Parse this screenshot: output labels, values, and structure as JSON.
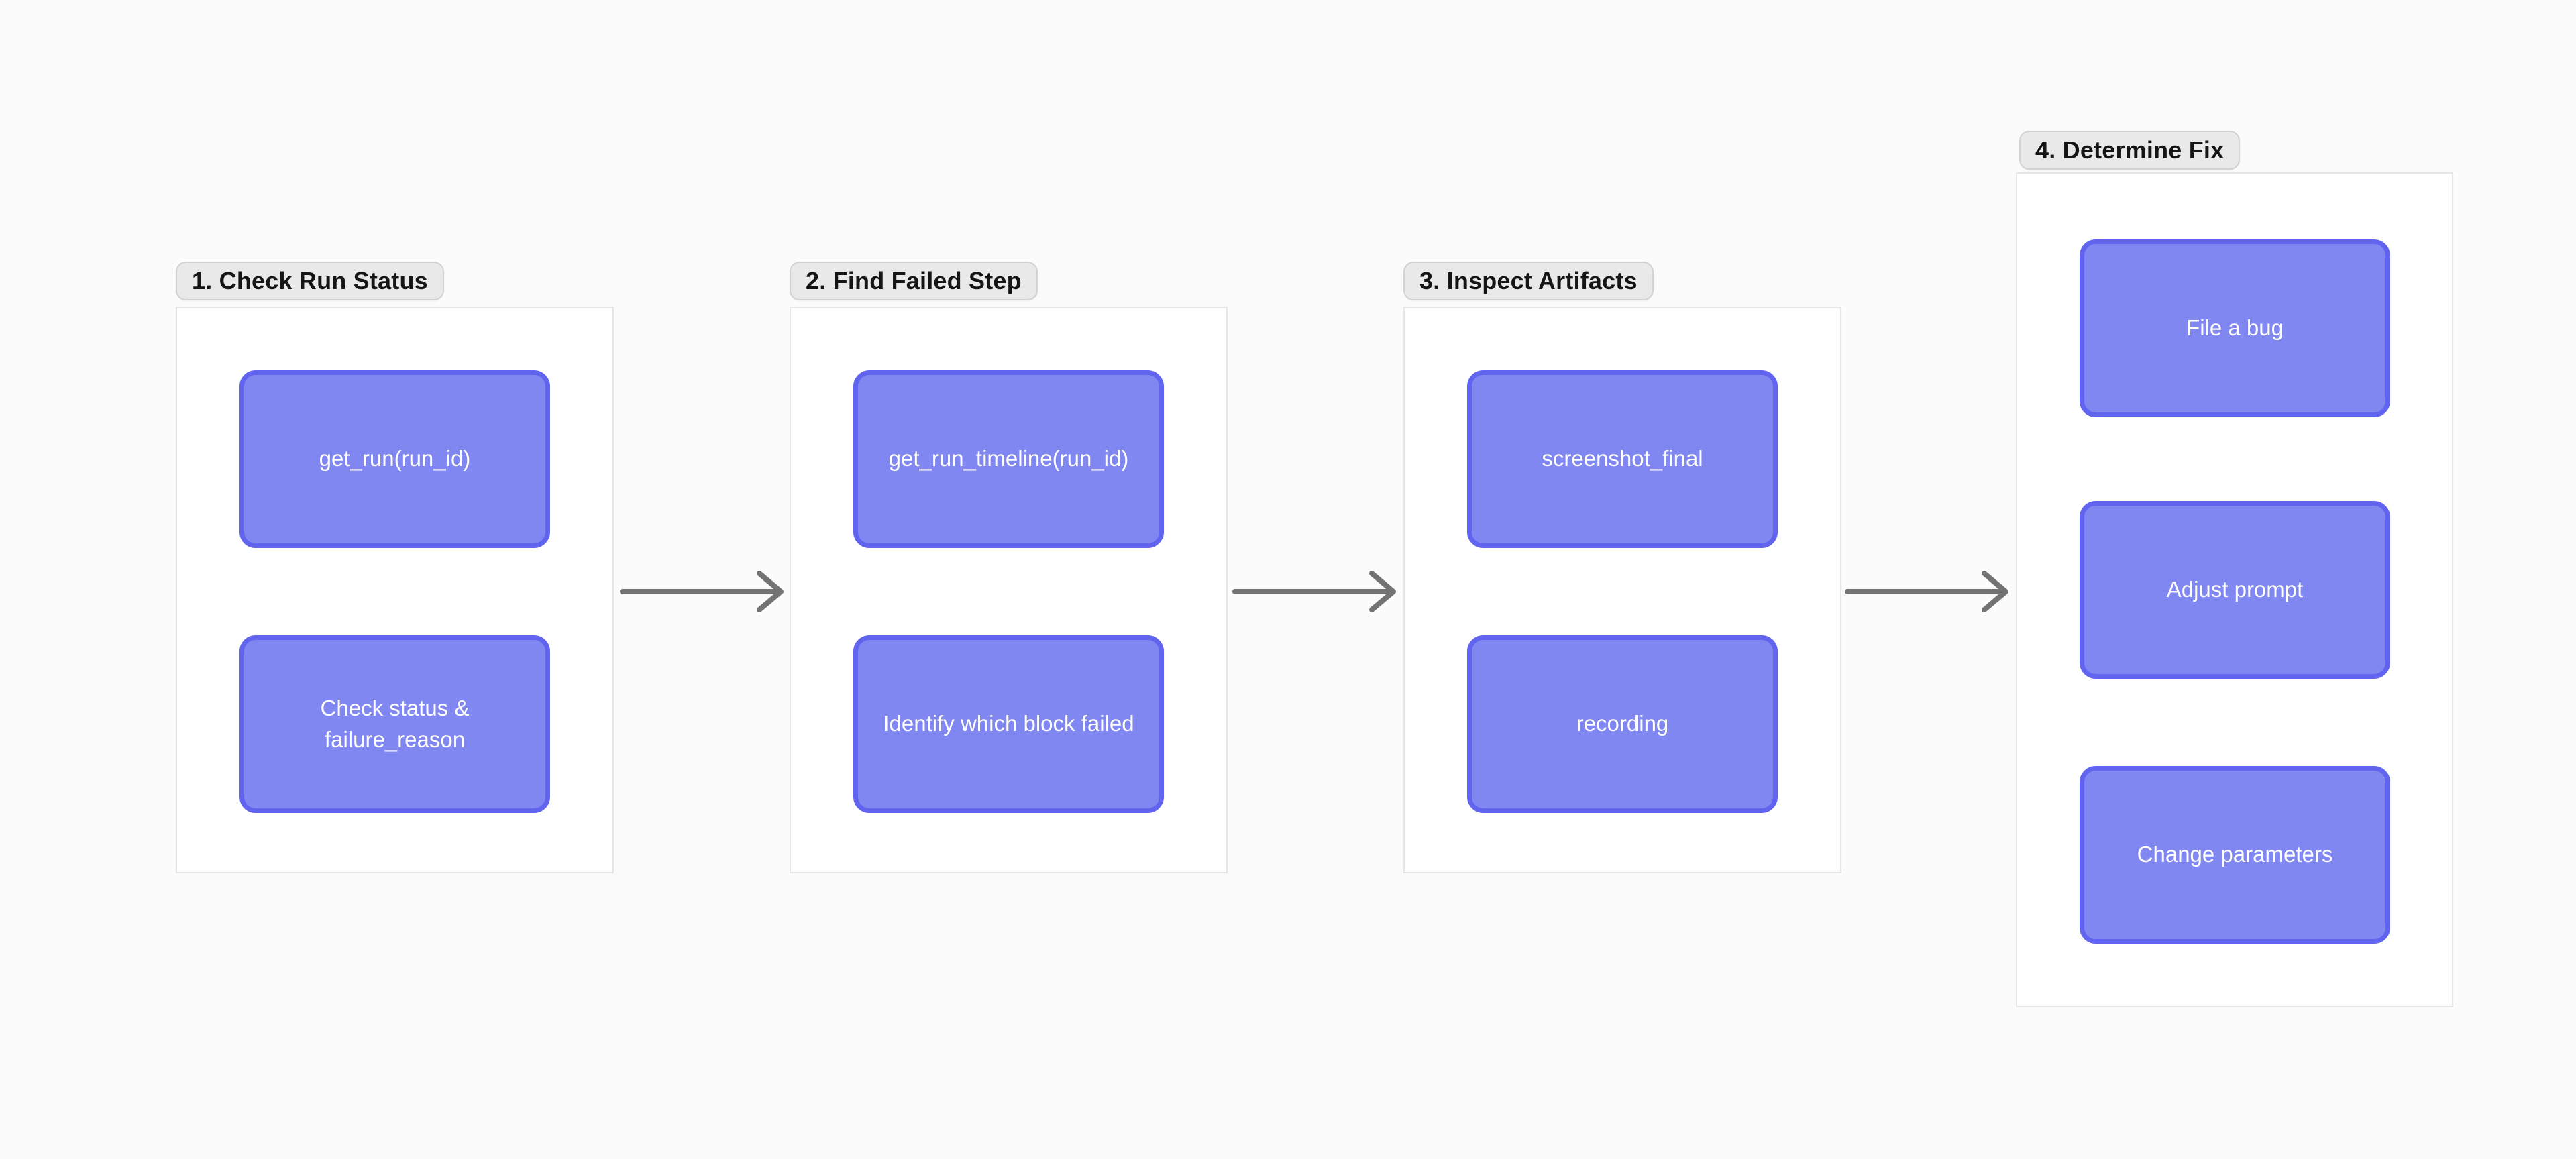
{
  "canvas": {
    "background": "#FBFBFB"
  },
  "palette": {
    "node_fill": "#8187F0",
    "node_border": "#6064EE",
    "node_text_color": "#FFFFFF",
    "frame_fill": "#FFFFFF",
    "frame_border": "#E6E6E6",
    "label_bg": "#E9E9EA",
    "label_border": "#D2D2D4",
    "label_text_color": "#151515",
    "arrow_color": "#737373"
  },
  "diagram": {
    "type": "flowchart",
    "direction": "left-to-right",
    "groups": [
      {
        "label": "1. Check Run Status",
        "nodes": [
          "get_run(run_id)",
          "Check status & failure_reason"
        ]
      },
      {
        "label": "2. Find Failed Step",
        "nodes": [
          "get_run_timeline(run_id)",
          "Identify which block failed"
        ]
      },
      {
        "label": "3. Inspect Artifacts",
        "nodes": [
          "screenshot_final",
          "recording"
        ]
      },
      {
        "label": "4. Determine Fix",
        "nodes": [
          "File a bug",
          "Adjust prompt",
          "Change parameters"
        ]
      }
    ],
    "connections": [
      {
        "from": "1. Check Run Status",
        "to": "2. Find Failed Step"
      },
      {
        "from": "2. Find Failed Step",
        "to": "3. Inspect Artifacts"
      },
      {
        "from": "3. Inspect Artifacts",
        "to": "4. Determine Fix"
      }
    ]
  }
}
